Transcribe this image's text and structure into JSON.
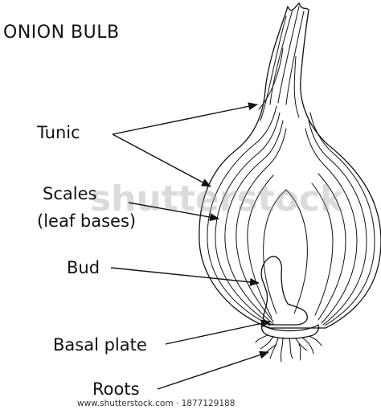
{
  "title": "ONION BULB",
  "labels": {
    "tunic": "Tunic",
    "scales_line1": "Scales",
    "scales_line2": "(leaf bases)",
    "bud": "Bud",
    "basal_plate": "Basal plate",
    "roots": "Roots"
  },
  "watermark": "shutterstock",
  "footer": "www.shutterstock.com · 1877129188"
}
